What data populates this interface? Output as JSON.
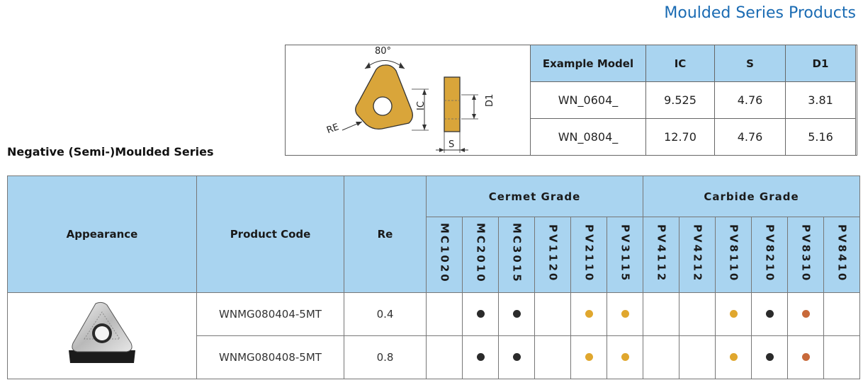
{
  "header": {
    "title": "Moulded Series Products"
  },
  "series": {
    "title": "Negative (Semi-)Moulded Series"
  },
  "schematic": {
    "angle_label": "80°",
    "re_label": "RE",
    "ic_label": "IC",
    "d1_label": "D1",
    "s_label": "S",
    "insert_color": "#d9a53a"
  },
  "model_table": {
    "headers": [
      "Example Model",
      "IC",
      "S",
      "D1"
    ],
    "rows": [
      {
        "model": "WN_0604_",
        "ic": "9.525",
        "s": "4.76",
        "d1": "3.81"
      },
      {
        "model": "WN_0804_",
        "ic": "12.70",
        "s": "4.76",
        "d1": "5.16"
      }
    ]
  },
  "main_table": {
    "headers": {
      "appearance": "Appearance",
      "product_code": "Product Code",
      "re": "Re",
      "cermet": "Cermet Grade",
      "carbide": "Carbide Grade"
    },
    "cermet_grades": [
      "MC1020",
      "MC2010",
      "MC3015",
      "PV1120",
      "PV2110",
      "PV3115"
    ],
    "carbide_grades": [
      "PV4112",
      "PV4212",
      "PV8110",
      "PV8210",
      "PV8310",
      "PV8410"
    ],
    "dot_colors": {
      "black": "#2b2b2b",
      "gold": "#e0a72e",
      "copper": "#c8693a"
    },
    "rows": [
      {
        "code": "WNMG080404-5MT",
        "re": "0.4",
        "dots": [
          "",
          "black",
          "black",
          "",
          "gold",
          "gold",
          "",
          "",
          "gold",
          "black",
          "copper",
          ""
        ]
      },
      {
        "code": "WNMG080408-5MT",
        "re": "0.8",
        "dots": [
          "",
          "black",
          "black",
          "",
          "gold",
          "gold",
          "",
          "",
          "gold",
          "black",
          "copper",
          ""
        ]
      }
    ]
  }
}
